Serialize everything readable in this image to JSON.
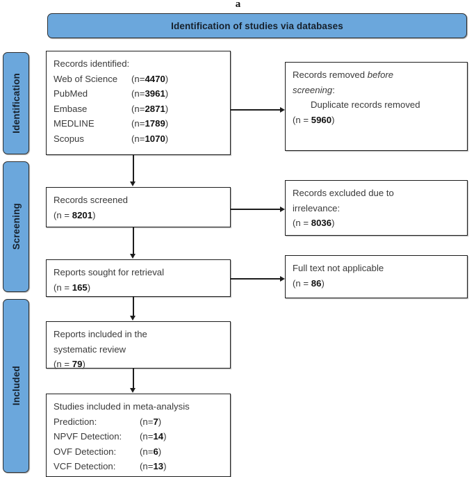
{
  "panel": {
    "label": "a"
  },
  "banner": {
    "title": "Identification of studies via databases"
  },
  "stages": [
    {
      "name": "identification",
      "label": "Identification"
    },
    {
      "name": "screening",
      "label": "Screening"
    },
    {
      "name": "included",
      "label": "Included"
    }
  ],
  "boxes": {
    "records_identified": {
      "title": "Records identified:",
      "sources": [
        {
          "name": "Web of Science",
          "prefix": "(n=",
          "count": "4470",
          "suffix": ")"
        },
        {
          "name": "PubMed",
          "prefix": "(n=",
          "count": "3961",
          "suffix": ")"
        },
        {
          "name": "Embase",
          "prefix": "(n=",
          "count": "2871",
          "suffix": ")"
        },
        {
          "name": "MEDLINE",
          "prefix": "(n=",
          "count": "1789",
          "suffix": ")"
        },
        {
          "name": "Scopus",
          "prefix": "(n=",
          "count": "1070",
          "suffix": ")"
        }
      ]
    },
    "records_removed": {
      "line1_plain": "Records removed ",
      "line1_italic": "before",
      "line2_italic": "screening",
      "line2_plain": ":",
      "detail": "Duplicate records removed",
      "count_prefix": "(n = ",
      "count": "5960",
      "count_suffix": ")"
    },
    "records_screened": {
      "title": "Records screened",
      "count_prefix": "(n = ",
      "count": "8201",
      "count_suffix": ")"
    },
    "records_excluded": {
      "line1": "Records excluded due to",
      "line2": "irrelevance:",
      "count_prefix": "(n = ",
      "count": "8036",
      "count_suffix": ")"
    },
    "reports_sought": {
      "title": "Reports sought for retrieval",
      "count_prefix": "(n = ",
      "count": "165",
      "count_suffix": ")"
    },
    "fulltext_not_applicable": {
      "title": "Full text not applicable",
      "count_prefix": "(n = ",
      "count": "86",
      "count_suffix": ")"
    },
    "reports_included": {
      "line1": "Reports included in the",
      "line2": "systematic review",
      "count_prefix": "(n = ",
      "count": "79",
      "count_suffix": ")"
    },
    "meta_analysis": {
      "title": "Studies included in meta-analysis",
      "items": [
        {
          "name": "Prediction:",
          "prefix": "(n=",
          "count": "7",
          "suffix": ")"
        },
        {
          "name": "NPVF Detection:",
          "prefix": "(n=",
          "count": "14",
          "suffix": ")"
        },
        {
          "name": "OVF Detection:",
          "prefix": "(n=",
          "count": "6",
          "suffix": ")"
        },
        {
          "name": "VCF Detection:",
          "prefix": "(n=",
          "count": "13",
          "suffix": ")"
        }
      ]
    }
  },
  "colors": {
    "stage_blue": "#6ba7dc",
    "border_dark": "#1c1c1c",
    "text_gray": "#3a3a3a"
  }
}
